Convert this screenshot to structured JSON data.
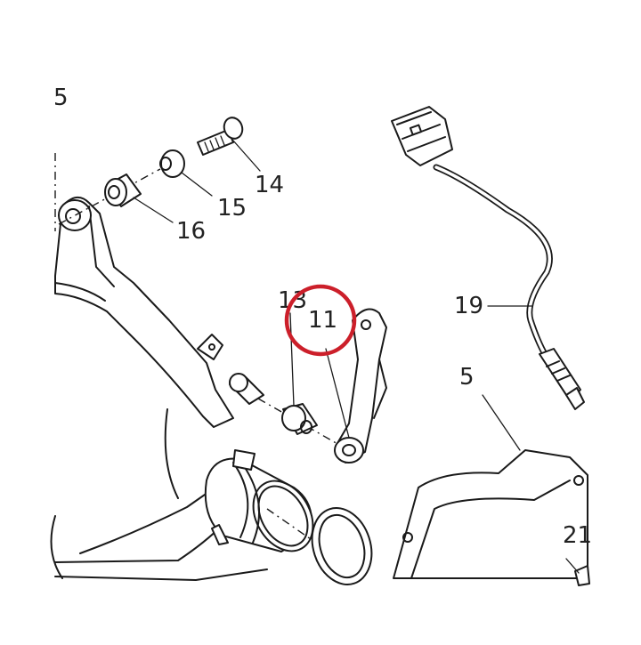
{
  "callouts": [
    {
      "id": "c5a",
      "label": "5"
    },
    {
      "id": "c14",
      "label": "14"
    },
    {
      "id": "c15",
      "label": "15"
    },
    {
      "id": "c16",
      "label": "16"
    },
    {
      "id": "c13",
      "label": "13"
    },
    {
      "id": "c11",
      "label": "11"
    },
    {
      "id": "c19",
      "label": "19"
    },
    {
      "id": "c5b",
      "label": "5"
    },
    {
      "id": "c21",
      "label": "21"
    }
  ],
  "highlight": {
    "target": "11",
    "color": "#cc1f2a"
  },
  "line_color": "#1a1a1a"
}
